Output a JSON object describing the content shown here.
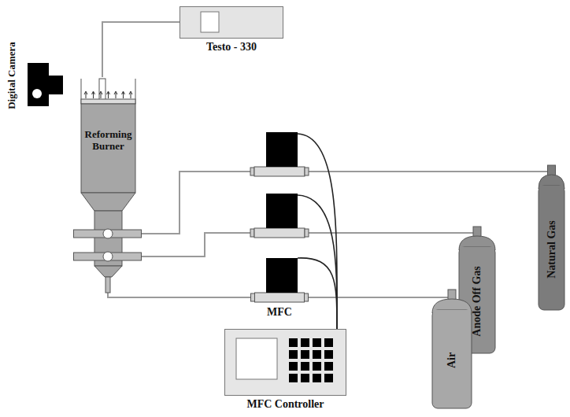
{
  "diagram": {
    "nodes": [
      {
        "text": [
          "Testo - 330"
        ]
      },
      {
        "text": [
          "Reforming Burner"
        ]
      },
      {
        "text": [
          "MFC"
        ]
      },
      {
        "text": [
          "MFC Controller"
        ]
      },
      {
        "text": [
          "Natural Gas"
        ]
      },
      {
        "text": [
          "Anode Off Gas"
        ]
      },
      {
        "text": [
          "Air"
        ]
      }
    ],
    "edges": [
      {
        "from": 0,
        "to": 1,
        "arrow": "none"
      },
      {
        "from": 4,
        "to": 1,
        "arrow": "none"
      },
      {
        "from": 5,
        "to": 1,
        "arrow": "none"
      },
      {
        "from": 6,
        "to": 2,
        "arrow": "none"
      },
      {
        "from": 2,
        "to": 1,
        "arrow": "none"
      },
      {
        "from": 3,
        "to": 2,
        "arrow": "none"
      }
    ],
    "labels": [
      "Digital Camera"
    ]
  }
}
